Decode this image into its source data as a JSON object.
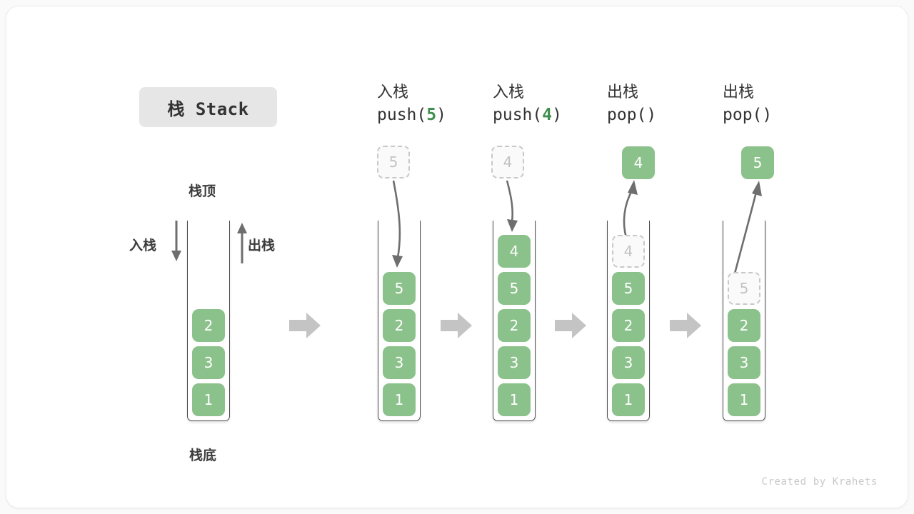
{
  "diagram": {
    "title": "栈 Stack",
    "credit": "Created by Krahets",
    "labels": {
      "stack_top": "栈顶",
      "stack_bottom": "栈底",
      "push_side": "入栈",
      "pop_side": "出栈"
    },
    "colors": {
      "element_green": "#8bc18b",
      "ghost_border": "#c8c8c8",
      "ghost_text": "#c2c2c2",
      "arrow_gray": "#6e6e6e",
      "block_arrow_gray": "#c4c4c4",
      "frame_stroke": "#4a4a4a",
      "title_chip_bg": "#e6e6e6",
      "code_arg_green": "#3f8f4f"
    },
    "stages": [
      {
        "id": "initial",
        "caption_cn": "",
        "caption_code": "",
        "caption_arg": "",
        "stack": [
          "2",
          "3",
          "1"
        ],
        "floating": null,
        "ghost_in_stack": null
      },
      {
        "id": "push-5",
        "caption_cn": "入栈",
        "caption_code_pre": "push(",
        "caption_arg": "5",
        "caption_code_post": ")",
        "stack": [
          "5",
          "2",
          "3",
          "1"
        ],
        "floating": {
          "value": "5",
          "style": "ghost"
        },
        "ghost_in_stack": null
      },
      {
        "id": "push-4",
        "caption_cn": "入栈",
        "caption_code_pre": "push(",
        "caption_arg": "4",
        "caption_code_post": ")",
        "stack": [
          "4",
          "5",
          "2",
          "3",
          "1"
        ],
        "floating": {
          "value": "4",
          "style": "ghost"
        },
        "ghost_in_stack": null
      },
      {
        "id": "pop-4",
        "caption_cn": "出栈",
        "caption_code_pre": "pop(",
        "caption_arg": "",
        "caption_code_post": ")",
        "stack": [
          "5",
          "2",
          "3",
          "1"
        ],
        "floating": {
          "value": "4",
          "style": "solid"
        },
        "ghost_in_stack": {
          "value": "4",
          "slot": 0
        }
      },
      {
        "id": "pop-5",
        "caption_cn": "出栈",
        "caption_code_pre": "pop(",
        "caption_arg": "",
        "caption_code_post": ")",
        "stack": [
          "2",
          "3",
          "1"
        ],
        "floating": {
          "value": "5",
          "style": "solid"
        },
        "ghost_in_stack": {
          "value": "5",
          "slot": 0
        }
      }
    ]
  }
}
